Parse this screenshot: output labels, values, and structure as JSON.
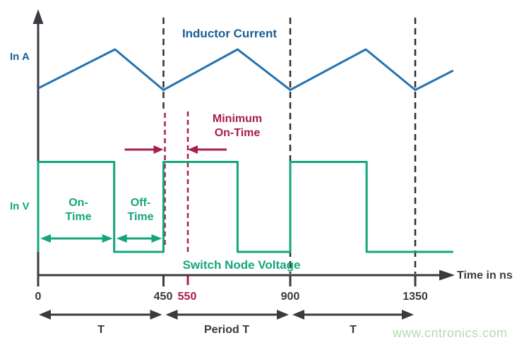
{
  "colors": {
    "blue_text": "#195e98",
    "blue_line": "#2373b1",
    "green": "#13a67d",
    "crimson": "#aa1c4f",
    "dark": "#3a3a40",
    "dash": "#2e2e33",
    "watermark": "#b4dcaf",
    "background": "#ffffff"
  },
  "watermark": "www.cntronics.com",
  "chart_data": {
    "type": "line",
    "xlabel": "Time in ns",
    "x_unit": "ns",
    "x_ticks": [
      0,
      450,
      550,
      900,
      1350
    ],
    "x_range": [
      0,
      1490
    ],
    "y_axis_labels": [
      "In A",
      "In V"
    ],
    "grid": false,
    "legend_position": "inline",
    "series": [
      {
        "name": "Inductor Current",
        "y_axis": "In A",
        "shape": "triangle",
        "points_t_ns": [
          0,
          276,
          450,
          720,
          900,
          1172,
          1350,
          1487
        ],
        "points_level": [
          0.52,
          1,
          0.5,
          1,
          0.5,
          1,
          0.5,
          0.74
        ]
      },
      {
        "name": "Switch Node Voltage",
        "y_axis": "In V",
        "shape": "square",
        "points_t_ns": [
          0,
          0,
          273,
          273,
          450,
          450,
          720,
          720,
          900,
          900,
          1175,
          1175,
          1487
        ],
        "points_level": [
          0,
          1,
          1,
          0,
          0,
          1,
          1,
          0,
          0,
          1,
          1,
          0,
          0
        ]
      }
    ],
    "period_divider_lines_ns": [
      450,
      900,
      1350
    ],
    "min_on_time_line_ns": 550,
    "annotations": [
      {
        "label": "On-\nTime",
        "from_ns": 0,
        "to_ns": 273
      },
      {
        "label": "Off-\nTime",
        "from_ns": 273,
        "to_ns": 450
      },
      {
        "label": "Minimum\nOn-Time",
        "from_ns": 450,
        "to_ns": 550
      },
      {
        "label": "T",
        "from_ns": 0,
        "to_ns": 450
      },
      {
        "label": "Period T",
        "from_ns": 450,
        "to_ns": 900
      },
      {
        "label": "T",
        "from_ns": 900,
        "to_ns": 1350
      }
    ]
  }
}
